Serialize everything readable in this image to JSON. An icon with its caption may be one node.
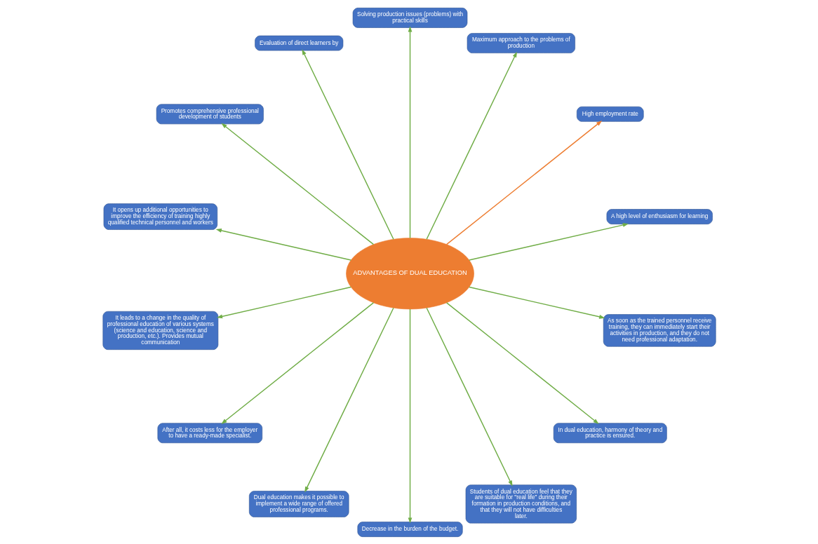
{
  "diagram": {
    "nodes": [
      {
        "text": [
          "ADVANTAGES OF DUAL EDUCATION"
        ]
      },
      {
        "text": [
          "A high level of enthusiasm for learning"
        ]
      },
      {
        "text": [
          "High employment rate"
        ]
      },
      {
        "text": [
          "Maximum approach to the problems of production"
        ]
      },
      {
        "text": [
          "Solving production issues (problems) with practical skills"
        ]
      },
      {
        "text": [
          "Evaluation of direct learners by"
        ]
      },
      {
        "text": [
          "Promotes comprehensive professional development of students"
        ]
      },
      {
        "text": [
          "It opens up additional opportunities to improve the efficiency of training highly qualified technical personnel and workers"
        ]
      },
      {
        "text": [
          "It leads to a change in the quality of professional education of various systems (science and education, science and production, etc.). Provides mutual communication"
        ]
      },
      {
        "text": [
          "After all, it costs less for the employer to have a ready-made specialist."
        ]
      },
      {
        "text": [
          "Dual education makes it possible to implement a wide range of offered professional programs."
        ]
      },
      {
        "text": [
          "Decrease in the burden of the budget."
        ]
      },
      {
        "text": [
          "Students of dual education feel that they are suitable for \"real life\" during their formation in production conditions, and that they will not have difficulties later."
        ]
      },
      {
        "text": [
          "In dual education, harmony of theory and practice is ensured."
        ]
      },
      {
        "text": [
          "As soon as the trained personnel receive training, they can immediately start their activities in production, and they do not need professional adaptation."
        ]
      }
    ],
    "edges": [
      {
        "from": 0,
        "to": 1,
        "arrow": "to"
      },
      {
        "from": 0,
        "to": 2,
        "arrow": "to",
        "color": "#ed7d31"
      },
      {
        "from": 0,
        "to": 3,
        "arrow": "to"
      },
      {
        "from": 0,
        "to": 5,
        "arrow": "to"
      },
      {
        "from": 0,
        "to": 7,
        "arrow": "to"
      },
      {
        "from": 0,
        "to": 9,
        "arrow": "to"
      },
      {
        "from": 0,
        "to": 11,
        "arrow": "to"
      },
      {
        "from": 0,
        "to": 14,
        "arrow": "to"
      },
      {
        "from": 0,
        "to": 13,
        "arrow": "to"
      },
      {
        "from": 0,
        "to": 12,
        "arrow": "to"
      },
      {
        "from": 0,
        "to": 10,
        "arrow": "to"
      },
      {
        "from": 0,
        "to": 8,
        "arrow": "to"
      },
      {
        "from": 0,
        "to": 6,
        "arrow": "to"
      },
      {
        "from": 0,
        "to": 4,
        "arrow": "to"
      }
    ]
  }
}
